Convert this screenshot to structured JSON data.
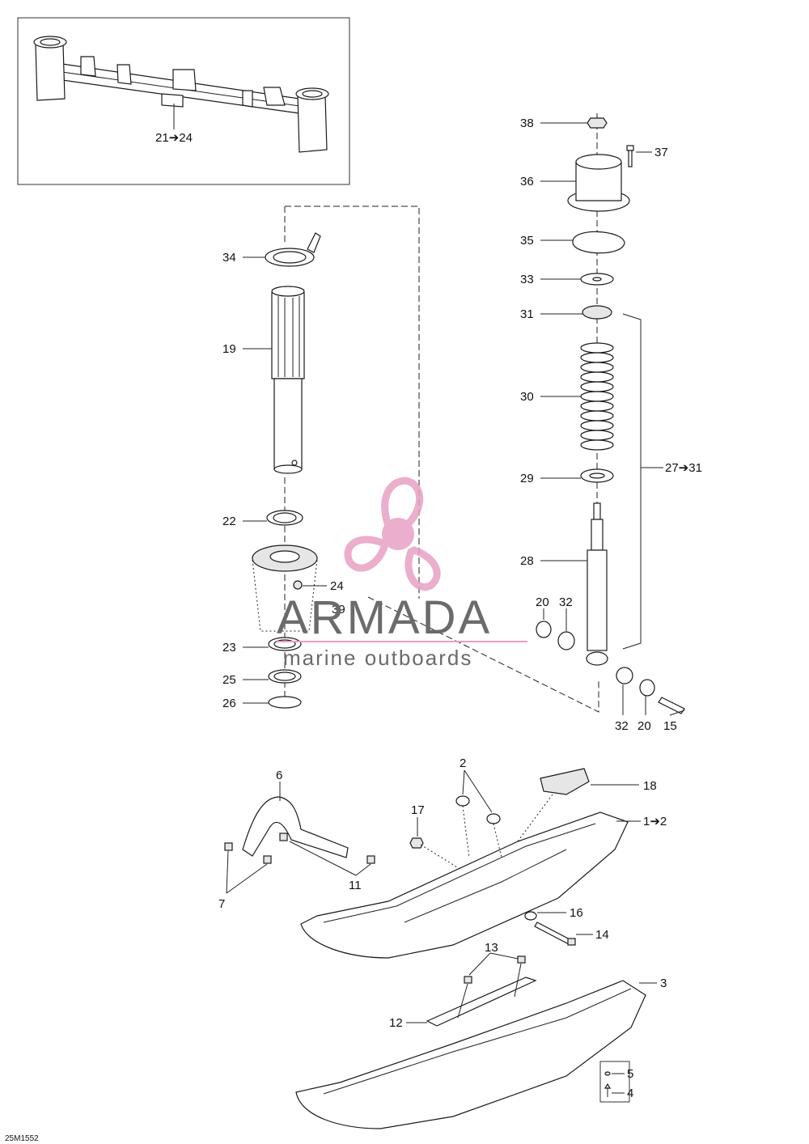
{
  "diagram": {
    "figure_ref": "25M1552",
    "inset_label": "21➔24",
    "callouts": {
      "c38": "38",
      "c37": "37",
      "c36": "36",
      "c35": "35",
      "c33": "33",
      "c31": "31",
      "c30": "30",
      "c29": "29",
      "c28": "28",
      "c27_31": "27➔31",
      "c34": "34",
      "c19": "19",
      "c22": "22",
      "c24": "24",
      "c39": "39",
      "c23": "23",
      "c25": "25",
      "c26": "26",
      "c20a": "20",
      "c32a": "32",
      "c32b": "32",
      "c20b": "20",
      "c15": "15",
      "c6": "6",
      "c2": "2",
      "c17": "17",
      "c18": "18",
      "c1_2": "1➔2",
      "c7": "7",
      "c11": "11",
      "c16": "16",
      "c14": "14",
      "c13": "13",
      "c3": "3",
      "c12": "12",
      "c5": "5",
      "c4": "4"
    }
  },
  "watermark": {
    "brand": "ARMADA",
    "tagline": "marine outboards",
    "accent_color": "#e8a0c4"
  }
}
